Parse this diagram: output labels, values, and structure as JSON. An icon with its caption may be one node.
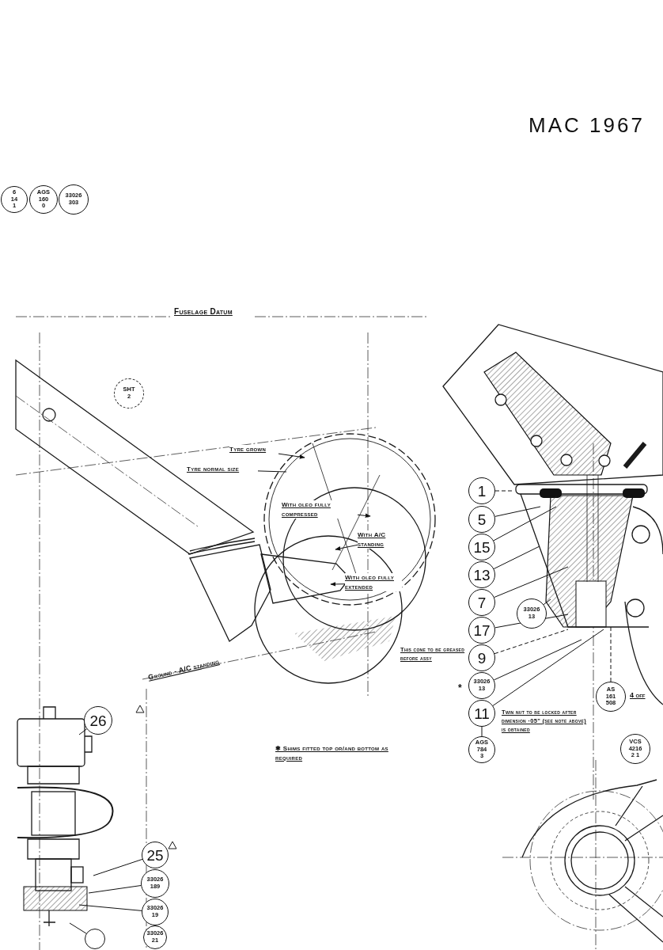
{
  "diagram": {
    "nodes": [
      {
        "text": [
          "6 14 1"
        ]
      },
      {
        "text": [
          "AGS 160 0"
        ]
      },
      {
        "text": [
          "33026 303"
        ]
      },
      {
        "text": [
          "SHT 2"
        ]
      },
      {
        "text": [
          "1"
        ]
      },
      {
        "text": [
          "5"
        ]
      },
      {
        "text": [
          "15"
        ]
      },
      {
        "text": [
          "13"
        ]
      },
      {
        "text": [
          "7"
        ]
      },
      {
        "text": [
          "17"
        ]
      },
      {
        "text": [
          "9"
        ]
      },
      {
        "text": [
          "33026 13"
        ],
        "beside": [
          "*"
        ]
      },
      {
        "text": [
          "11"
        ]
      },
      {
        "text": [
          "AGS 784 3"
        ]
      },
      {
        "text": [
          "33026 13"
        ]
      },
      {
        "text": [
          "AS 161 508"
        ],
        "beside": [
          "4 off"
        ]
      },
      {
        "text": [
          "VCS 4216 2 1"
        ]
      },
      {
        "text": [
          "26"
        ]
      },
      {
        "text": [
          "25"
        ]
      },
      {
        "text": [
          "33026 189"
        ]
      },
      {
        "text": [
          "33026 19"
        ]
      },
      {
        "text": [
          "33026 21"
        ]
      },
      {
        "text": [],
        "shape": "circle"
      },
      {
        "text": [
          "Tyre grown"
        ]
      },
      {
        "text": [
          "Tyre normal size"
        ]
      },
      {
        "text": [
          "With oleo fully compressed"
        ]
      },
      {
        "text": [
          "With A/C standing"
        ]
      },
      {
        "text": [
          "With oleo fully extended"
        ]
      }
    ],
    "edges": [
      {
        "from": 4,
        "to": null,
        "arrow": "none",
        "style": "dashed"
      },
      {
        "from": 5,
        "to": null,
        "arrow": "none"
      },
      {
        "from": 6,
        "to": null,
        "arrow": "none"
      },
      {
        "from": 7,
        "to": null,
        "arrow": "none"
      },
      {
        "from": 8,
        "to": null,
        "arrow": "none"
      },
      {
        "from": 9,
        "to": null,
        "arrow": "none"
      },
      {
        "from": 10,
        "to": null,
        "arrow": "none",
        "style": "dashed"
      },
      {
        "from": 11,
        "to": null,
        "arrow": "none"
      },
      {
        "from": 12,
        "to": null,
        "arrow": "none"
      },
      {
        "from": 12,
        "to": 13,
        "arrow": "none"
      },
      {
        "from": 14,
        "to": null,
        "arrow": "none"
      },
      {
        "from": 15,
        "to": null,
        "arrow": "none",
        "style": "dashed"
      },
      {
        "from": 17,
        "to": null,
        "arrow": "none"
      },
      {
        "from": 18,
        "to": null,
        "arrow": "none"
      },
      {
        "from": 19,
        "to": null,
        "arrow": "none"
      },
      {
        "from": 20,
        "to": null,
        "arrow": "none"
      },
      {
        "from": null,
        "to": 22,
        "arrow": "none"
      },
      {
        "from": 23,
        "to": null,
        "arrow": "to"
      },
      {
        "from": 24,
        "to": null,
        "arrow": "none"
      },
      {
        "from": 25,
        "to": null,
        "arrow": "to"
      },
      {
        "from": 26,
        "to": null,
        "arrow": "to"
      },
      {
        "from": 27,
        "to": null,
        "arrow": "to"
      }
    ],
    "labels": [
      "MAC 1967",
      "Fuselage Datum",
      "Ground - A/C standing",
      "This cone to be greased before assy",
      "Twin nut to be locked after dimension ·05\" (see note above) is obtained",
      "✱ Shims fitted top or/and bottom as required"
    ]
  }
}
